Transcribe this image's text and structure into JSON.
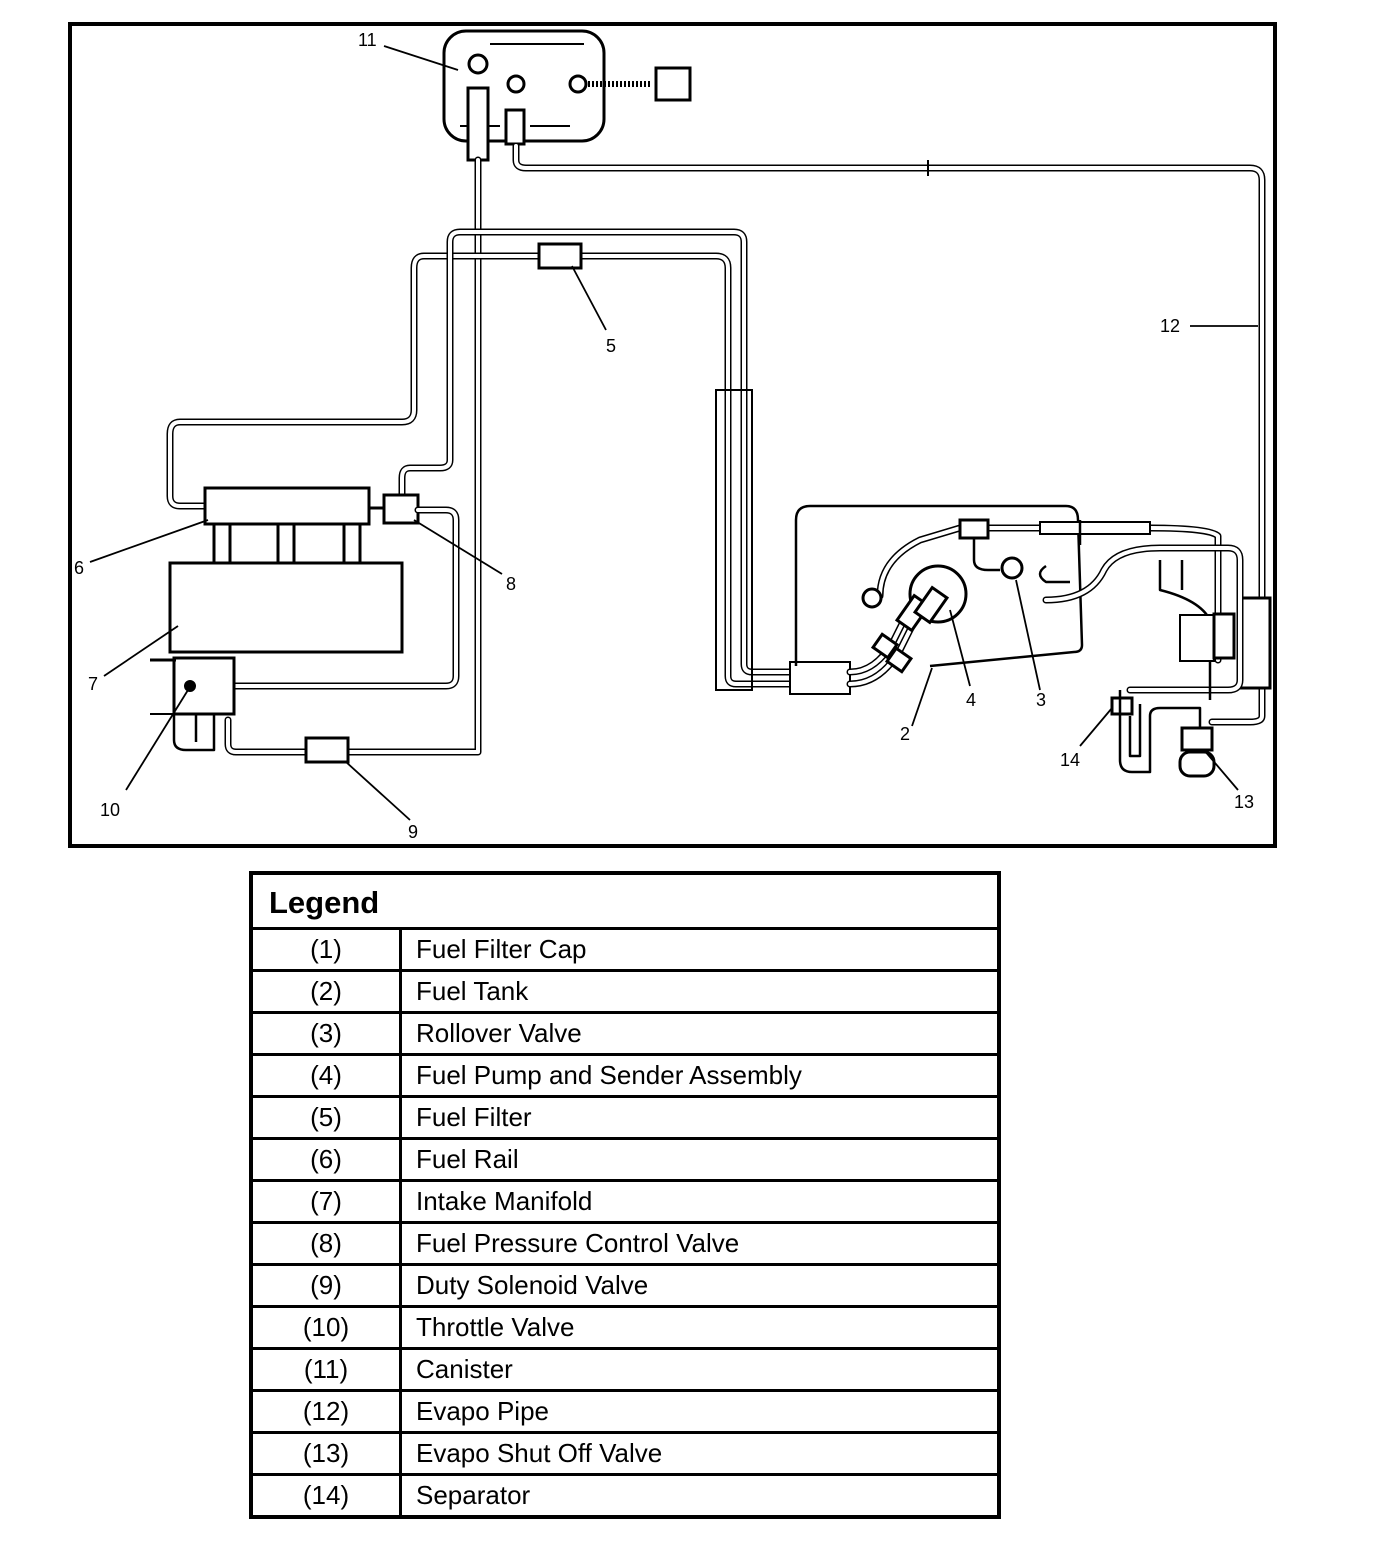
{
  "callouts": [
    "11",
    "5",
    "12",
    "6",
    "8",
    "7",
    "10",
    "9",
    "4",
    "3",
    "2",
    "14",
    "13"
  ],
  "legend": {
    "title": "Legend",
    "rows": [
      {
        "num": "(1)",
        "desc": "Fuel Filter Cap"
      },
      {
        "num": "(2)",
        "desc": "Fuel Tank"
      },
      {
        "num": "(3)",
        "desc": "Rollover Valve"
      },
      {
        "num": "(4)",
        "desc": "Fuel Pump and Sender Assembly"
      },
      {
        "num": "(5)",
        "desc": "Fuel Filter"
      },
      {
        "num": "(6)",
        "desc": "Fuel Rail"
      },
      {
        "num": "(7)",
        "desc": "Intake Manifold"
      },
      {
        "num": "(8)",
        "desc": "Fuel Pressure Control Valve"
      },
      {
        "num": "(9)",
        "desc": "Duty Solenoid Valve"
      },
      {
        "num": "(10)",
        "desc": "Throttle Valve"
      },
      {
        "num": "(11)",
        "desc": "Canister"
      },
      {
        "num": "(12)",
        "desc": "Evapo Pipe"
      },
      {
        "num": "(13)",
        "desc": "Evapo Shut Off Valve"
      },
      {
        "num": "(14)",
        "desc": "Separator"
      }
    ]
  }
}
